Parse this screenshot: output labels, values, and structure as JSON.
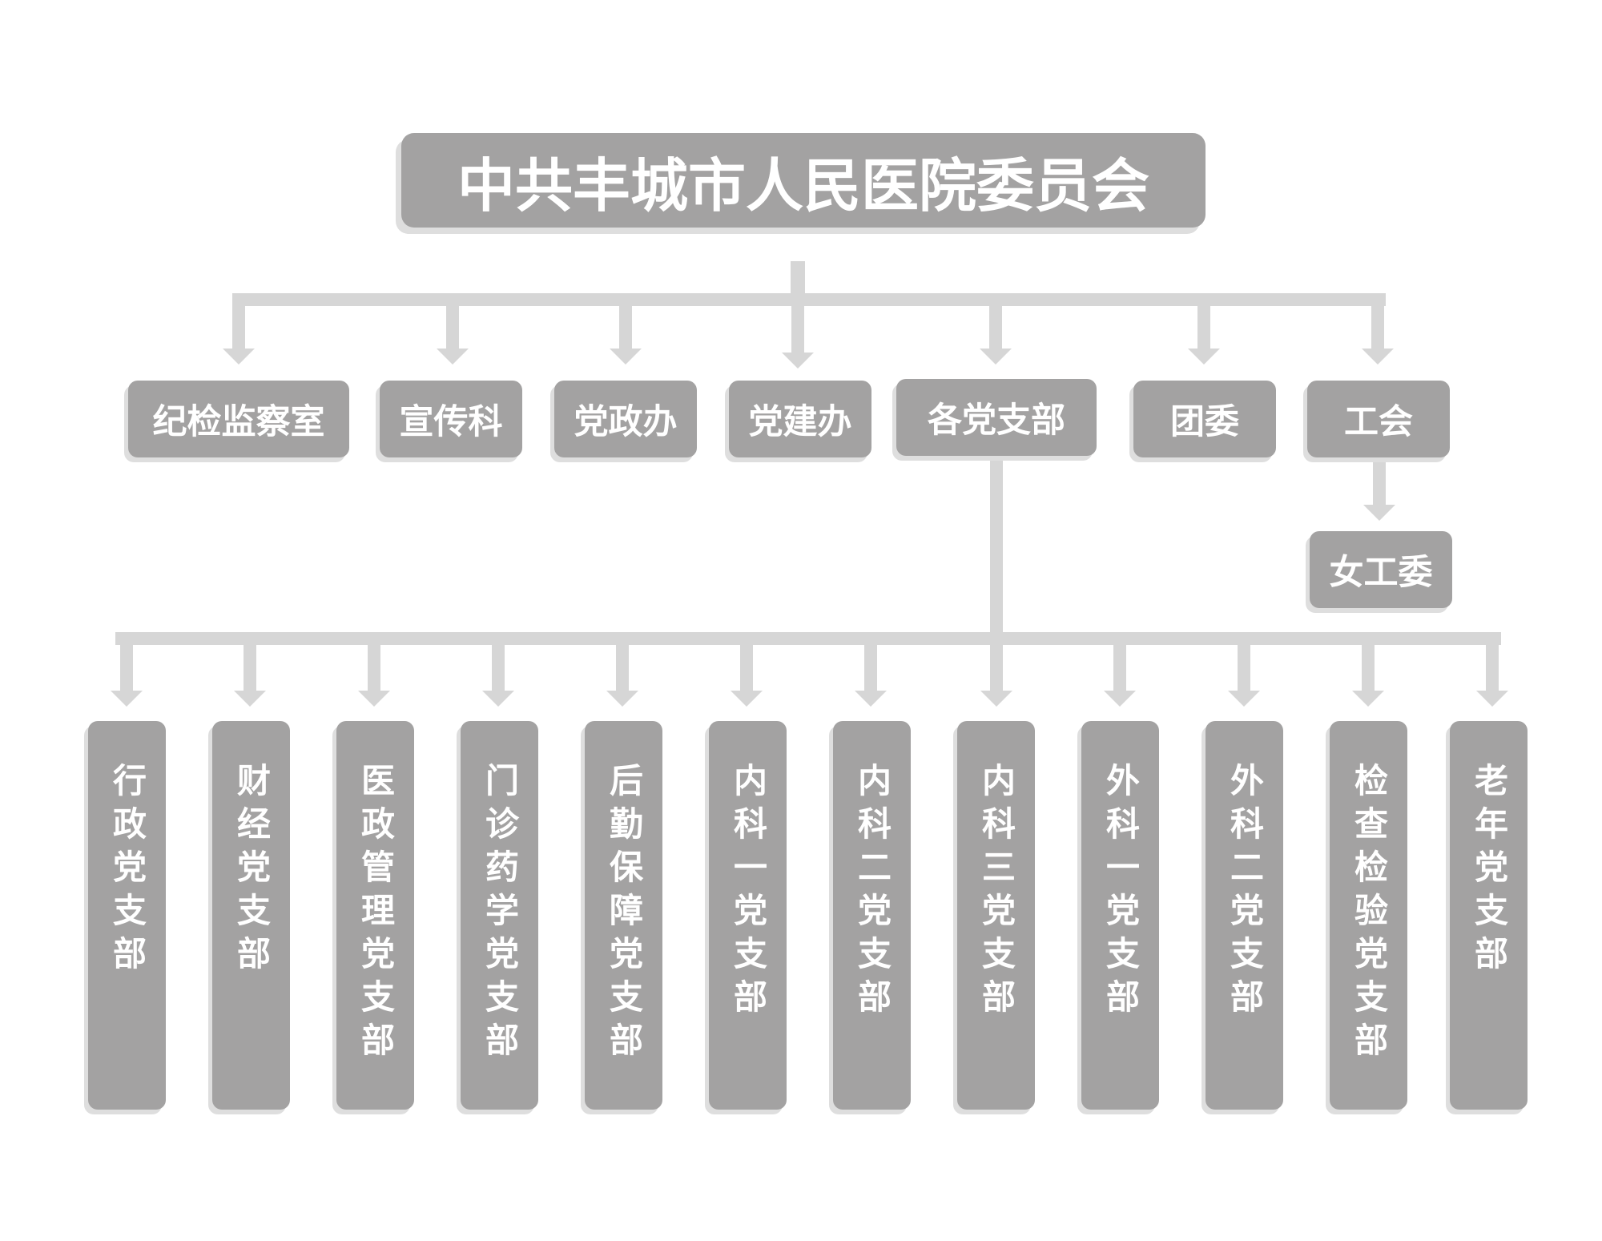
{
  "root": {
    "label": "中共丰城市人民医院委员会"
  },
  "departments": [
    {
      "id": "jijian",
      "label": "纪检监察室"
    },
    {
      "id": "xuanchuan",
      "label": "宣传科"
    },
    {
      "id": "dangzheng",
      "label": "党政办"
    },
    {
      "id": "dangjian",
      "label": "党建办"
    },
    {
      "id": "gedangzhibu",
      "label": "各党支部"
    },
    {
      "id": "tuanwei",
      "label": "团委"
    },
    {
      "id": "gonghui",
      "label": "工会"
    }
  ],
  "women_committee": {
    "label": "女工委"
  },
  "branches": [
    {
      "label": "行政党支部"
    },
    {
      "label": "财经党支部"
    },
    {
      "label": "医政管理党支部"
    },
    {
      "label": "门诊药学党支部"
    },
    {
      "label": "后勤保障党支部"
    },
    {
      "label": "内科一党支部"
    },
    {
      "label": "内科二党支部"
    },
    {
      "label": "内科三党支部"
    },
    {
      "label": "外科一党支部"
    },
    {
      "label": "外科二党支部"
    },
    {
      "label": "检查检验党支部"
    },
    {
      "label": "老年党支部"
    }
  ],
  "colors": {
    "box_fill": "#a3a2a2",
    "box_text": "#ffffff",
    "box_shadow": "#dedede",
    "connector": "#d6d6d6"
  }
}
